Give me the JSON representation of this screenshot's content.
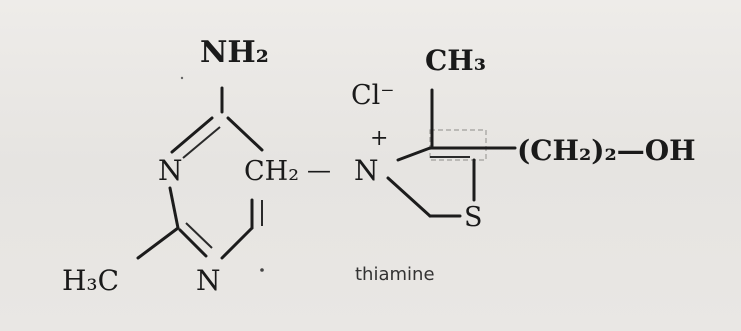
{
  "atoms": {
    "amine": "NH₂",
    "methyl_top": "CH₃",
    "chloride": "Cl⁻",
    "plus": "+",
    "ring_n1": "N",
    "methylene": "CH₂",
    "dash": "—",
    "thiazolium_n": "N",
    "side_chain": "(CH₂)₂—OH",
    "sulfur": "S",
    "methyl_left": "H₃C",
    "ring_n3": "N"
  },
  "caption": "thiamine",
  "colors": {
    "ink": "#1a1a1a",
    "paper": "#e9e7e4"
  }
}
